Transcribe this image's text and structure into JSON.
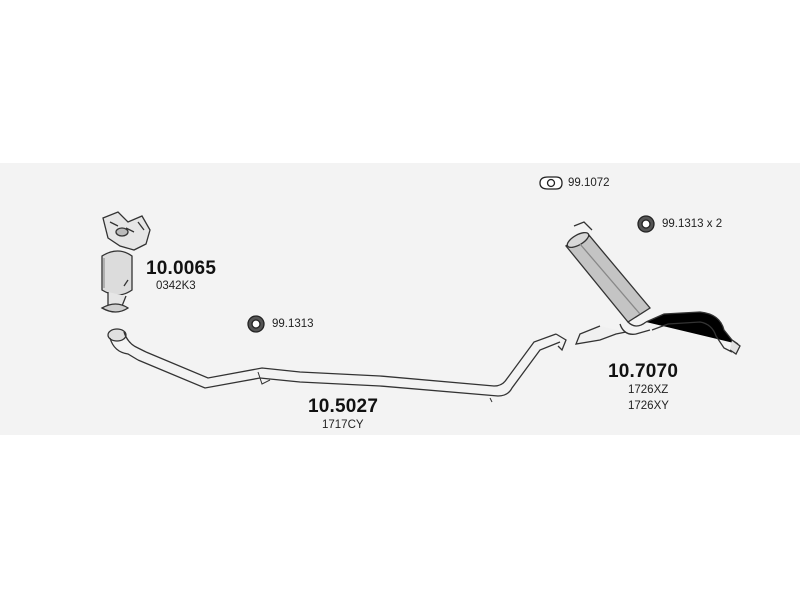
{
  "parts": {
    "catalyst": {
      "number": "10.0065",
      "ref": "0342K3"
    },
    "middle_pipe": {
      "number": "10.5027",
      "ref": "1717CY"
    },
    "rear_silencer": {
      "number": "10.7070",
      "refs": [
        "1726XZ",
        "1726XY"
      ]
    }
  },
  "fittings": {
    "gasket_top": {
      "code": "99.1072",
      "icon": "gasket-icon"
    },
    "rubber_mount_rear": {
      "code": "99.1313 x 2",
      "icon": "rubber-mount-icon"
    },
    "rubber_mount_middle": {
      "code": "99.1313",
      "icon": "rubber-mount-icon"
    }
  }
}
